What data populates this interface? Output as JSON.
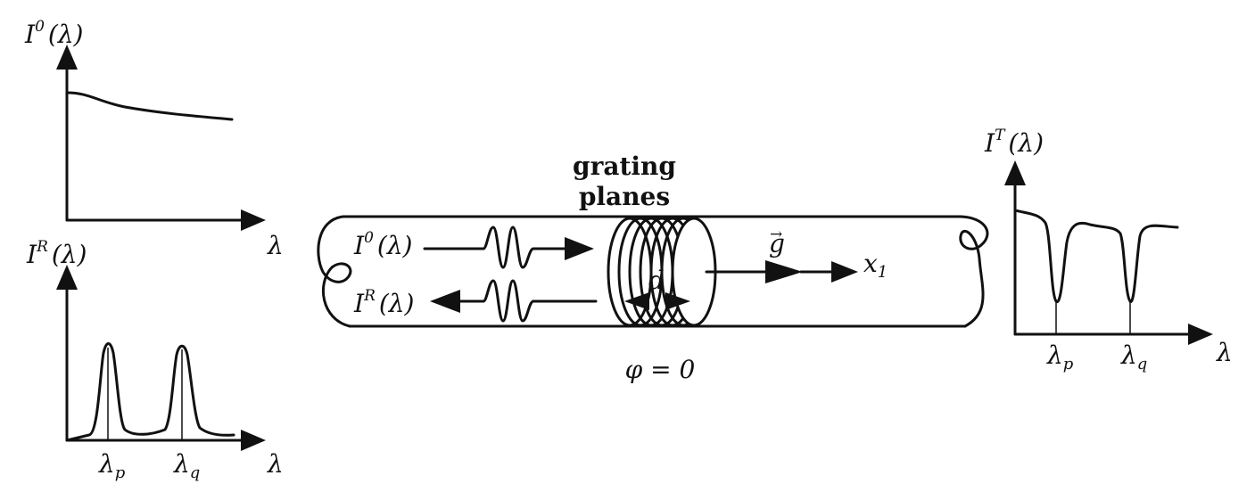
{
  "top_left_plot": {
    "y_label": {
      "main": "I",
      "sup": "0",
      "arg": "(λ)"
    },
    "x_label": "λ"
  },
  "bottom_left_plot": {
    "y_label": {
      "main": "I",
      "sup": "R",
      "arg": "(λ)"
    },
    "x_label": "λ",
    "peak_labels": [
      {
        "main": "λ",
        "sub": "p"
      },
      {
        "main": "λ",
        "sub": "q"
      }
    ]
  },
  "right_plot": {
    "y_label": {
      "main": "I",
      "sup": "T",
      "arg": "(λ)"
    },
    "x_label": "λ",
    "dip_labels": [
      {
        "main": "λ",
        "sub": "p"
      },
      {
        "main": "λ",
        "sub": "q"
      }
    ]
  },
  "fiber": {
    "grating_title_line1": "grating",
    "grating_title_line2": "planes",
    "incident_label": {
      "main": "I",
      "sup": "0",
      "arg": "(λ)"
    },
    "reflected_label": {
      "main": "I",
      "sup": "R",
      "arg": "(λ)"
    },
    "period_label": "d",
    "grating_vector_label": "g",
    "vector_arrow_symbol": "→",
    "axis_label": {
      "main": "x",
      "sub": "1"
    },
    "phase_label": "φ = 0"
  }
}
